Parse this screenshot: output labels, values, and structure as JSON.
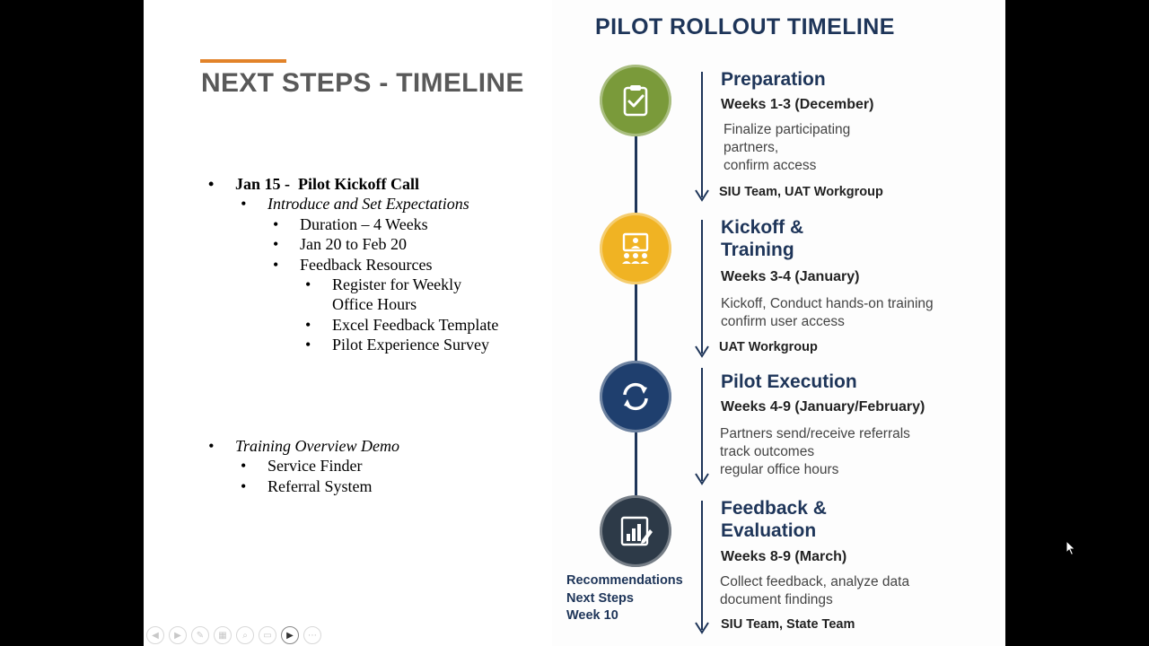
{
  "slide": {
    "title": "NEXT STEPS - TIMELINE",
    "bullets": {
      "kickoff": {
        "date": "Jan 15 -",
        "label": "Pilot Kickoff Call"
      },
      "introduce": "Introduce and Set Expectations",
      "duration": "Duration – 4 Weeks",
      "dates": "Jan 20 to Feb 20",
      "feedback": "Feedback Resources",
      "register_line1": "Register for Weekly",
      "register_line2": "Office Hours",
      "template": "Excel Feedback Template",
      "survey": "Pilot Experience Survey",
      "demo": "Training Overview Demo",
      "service_finder": "Service Finder",
      "referral": "Referral System"
    }
  },
  "timeline": {
    "title": "PILOT ROLLOUT TIMELINE",
    "colors": {
      "navy": "#1e3559",
      "green": "#7a9a3a",
      "gold": "#f0b323",
      "blue": "#1f3f6e",
      "dark": "#2d3a48"
    },
    "stages": [
      {
        "icon": "clipboard-check-icon",
        "title_line1": "Preparation",
        "title_line2": "",
        "weeks": "Weeks 1-3 (December)",
        "desc_line1": "Finalize participating",
        "desc_line2": "partners,",
        "desc_line3": "confirm access",
        "team": "SIU Team, UAT Workgroup"
      },
      {
        "icon": "presentation-training-icon",
        "title_line1": "Kickoff &",
        "title_line2": "Training",
        "weeks": "Weeks 3-4 (January)",
        "desc_line1": "Kickoff, Conduct hands-on training",
        "desc_line2": "confirm user access",
        "team": "UAT Workgroup"
      },
      {
        "icon": "refresh-cycle-icon",
        "title_line1": "Pilot Execution",
        "weeks": "Weeks 4-9 (January/February)",
        "desc_line1": "Partners send/receive referrals",
        "desc_line2": "track outcomes",
        "desc_line3": "regular office hours"
      },
      {
        "icon": "chart-report-icon",
        "title_line1": "Feedback &",
        "title_line2": "Evaluation",
        "weeks": "Weeks 8-9 (March)",
        "desc_line1": "Collect feedback, analyze data",
        "desc_line2": "document findings",
        "team": "SIU Team, State Team"
      }
    ],
    "side_note": {
      "line1": "Recommendations",
      "line2": "Next Steps",
      "line3": "Week 10"
    }
  },
  "toolbar": {
    "buttons": [
      {
        "icon": "previous-arrow-icon",
        "glyph": "◀"
      },
      {
        "icon": "next-arrow-icon",
        "glyph": "▶"
      },
      {
        "icon": "pen-icon",
        "glyph": "✎"
      },
      {
        "icon": "slides-grid-icon",
        "glyph": "▦"
      },
      {
        "icon": "zoom-icon",
        "glyph": "⌕"
      },
      {
        "icon": "subtitles-icon",
        "glyph": "▭"
      },
      {
        "icon": "camera-icon",
        "glyph": "▶"
      },
      {
        "icon": "more-options-icon",
        "glyph": "⋯"
      }
    ]
  }
}
